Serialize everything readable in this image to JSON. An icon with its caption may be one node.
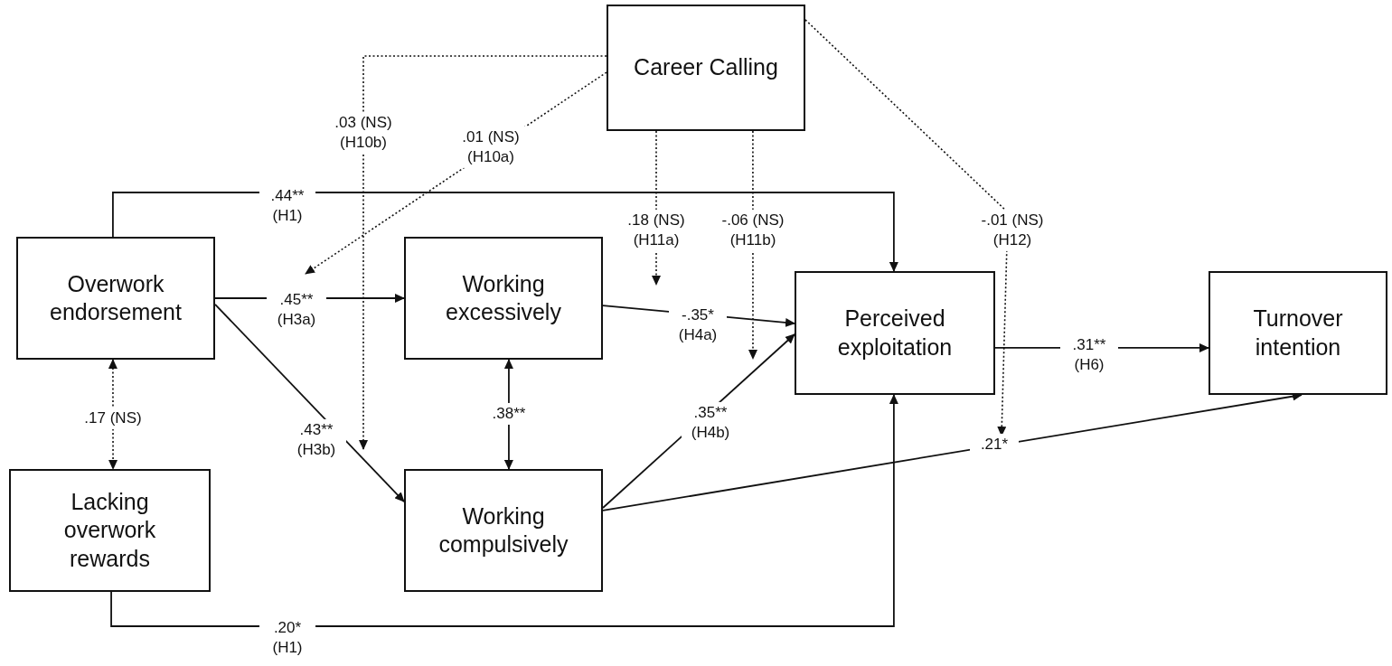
{
  "diagram": {
    "nodes": [
      {
        "text": [
          "Career Calling"
        ]
      },
      {
        "text": [
          "Overwork endorsement"
        ]
      },
      {
        "text": [
          "Working excessively"
        ]
      },
      {
        "text": [
          "Perceived exploitation"
        ]
      },
      {
        "text": [
          "Turnover intention"
        ]
      },
      {
        "text": [
          "Lacking overwork rewards"
        ]
      },
      {
        "text": [
          "Working compulsively"
        ]
      }
    ],
    "edges": [
      {
        "from": 1,
        "to": 3,
        "label": ".44** (H1)",
        "arrow": "to"
      },
      {
        "from": 1,
        "to": 2,
        "label": ".45** (H3a)",
        "arrow": "to"
      },
      {
        "from": 1,
        "to": 6,
        "label": ".43** (H3b)",
        "arrow": "to"
      },
      {
        "from": 1,
        "to": 5,
        "label": ".17 (NS)",
        "arrow": "both",
        "style": "dashed"
      },
      {
        "from": 2,
        "to": 6,
        "label": ".38**",
        "arrow": "both"
      },
      {
        "from": 2,
        "to": 3,
        "label": "-.35* (H4a)",
        "arrow": "to"
      },
      {
        "from": 6,
        "to": 3,
        "label": ".35** (H4b)",
        "arrow": "to"
      },
      {
        "from": 3,
        "to": 4,
        "label": ".31** (H6)",
        "arrow": "to"
      },
      {
        "from": 6,
        "to": 4,
        "label": ".21*",
        "arrow": "to"
      },
      {
        "from": 5,
        "to": 3,
        "label": ".20* (H1)",
        "arrow": "to"
      },
      {
        "from": 0,
        "to": null,
        "label": ".01 (NS) (H10a)",
        "arrow": "to",
        "style": "dashed"
      },
      {
        "from": 0,
        "to": null,
        "label": ".03 (NS) (H10b)",
        "arrow": "to",
        "style": "dashed"
      },
      {
        "from": 0,
        "to": null,
        "label": ".18 (NS) (H11a)",
        "arrow": "to",
        "style": "dashed"
      },
      {
        "from": 0,
        "to": null,
        "label": "-.06 (NS) (H11b)",
        "arrow": "to",
        "style": "dashed"
      },
      {
        "from": 0,
        "to": null,
        "label": "-.01 (NS) (H12)",
        "arrow": "to",
        "style": "dashed"
      }
    ]
  }
}
